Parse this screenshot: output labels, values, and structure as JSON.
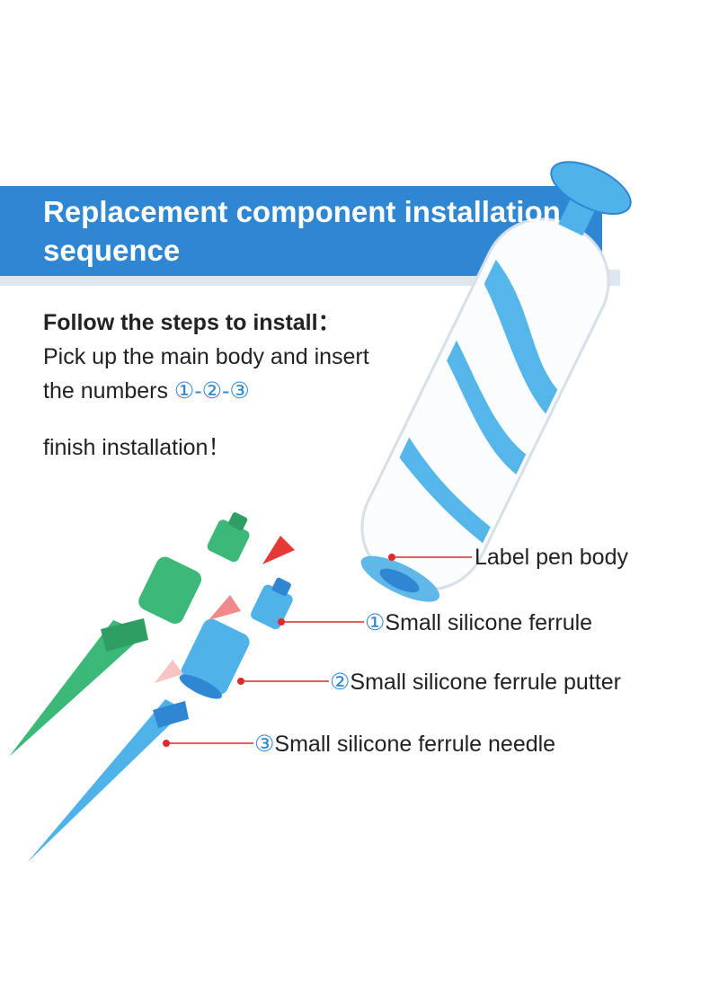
{
  "banner": {
    "title": "Replacement component installation sequence"
  },
  "instructions": {
    "heading": "Follow the steps to install：",
    "line1": "Pick up the main body and insert",
    "line2_prefix": "the numbers ",
    "line2_numbers": "①-②-③",
    "finish": "finish installation！"
  },
  "labels": [
    {
      "num": "",
      "text": "Label pen body"
    },
    {
      "num": "①",
      "text": "Small silicone ferrule"
    },
    {
      "num": "②",
      "text": "Small silicone ferrule putter"
    },
    {
      "num": "③",
      "text": "Small silicone ferrule needle"
    }
  ],
  "colors": {
    "banner": "#2f86d3",
    "blue_parts": "#4fb3ea",
    "green_parts": "#3cb878",
    "leader_lines": "#e02a2a",
    "arrows": "#e53935"
  }
}
